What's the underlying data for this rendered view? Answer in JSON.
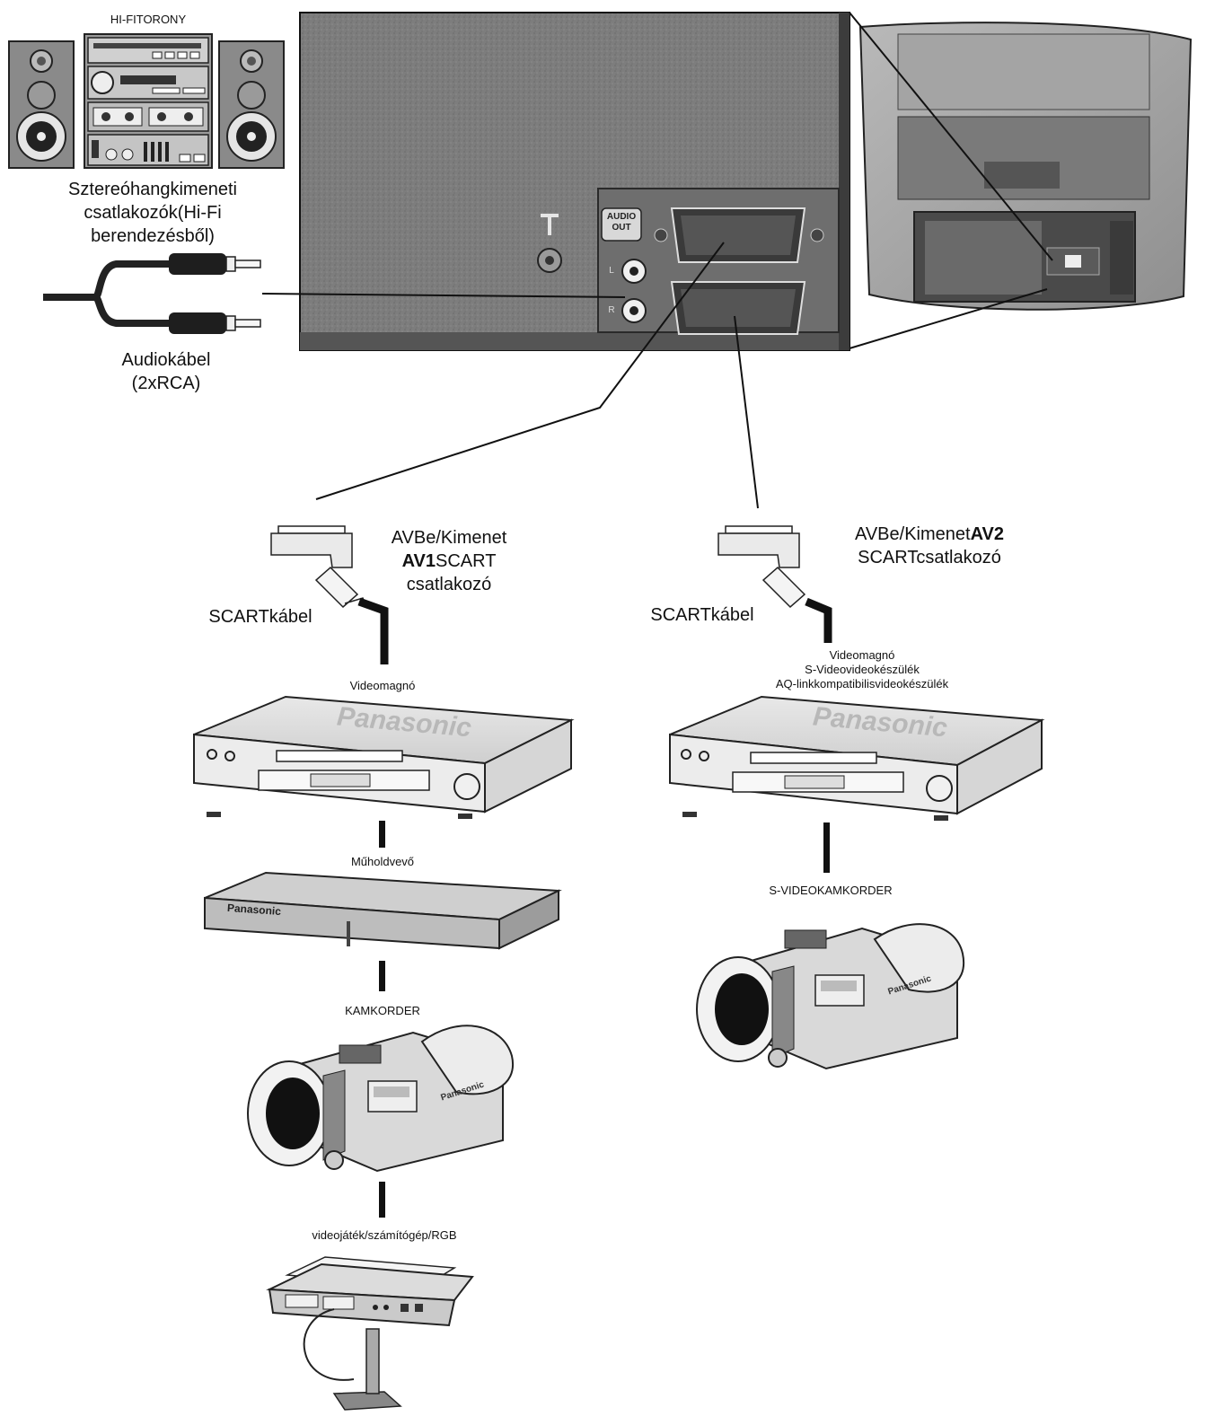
{
  "hifi": {
    "title": "HI-FITORONY",
    "desc_lines": [
      "Sztereóhangkimeneti",
      "csatlakozók(Hi-Fi",
      "berendezésből)"
    ]
  },
  "audio_cable": {
    "label_lines": [
      "Audiokábel",
      "(2xRCA)"
    ]
  },
  "tv_panel": {
    "audio_out_lines": [
      "AUDIO",
      "OUT"
    ],
    "jack_letters": [
      "L",
      "R"
    ]
  },
  "av1": {
    "line1": "AVBe/Kimenet",
    "bold": "AV1",
    "after_bold": "SCART",
    "line3": "csatlakozó",
    "cable_label": "SCARTkábel"
  },
  "av2": {
    "before_bold": "AVBe/Kimenet",
    "bold": "AV2",
    "line2": "SCARTcsatlakozó",
    "cable_label": "SCARTkábel"
  },
  "left_chain": {
    "vcr_label": "Videomagnó",
    "satellite_label": "Műholdvevő",
    "camcorder_label": "KAMKORDER",
    "game_label": "videojáték/számítógép/RGB"
  },
  "right_chain": {
    "device_lines": [
      "Videomagnó",
      "S-Videovideokészülék",
      "AQ-linkkompatibilisvideokészülék"
    ],
    "camcorder_label": "S-VIDEOKAMKORDER"
  },
  "brand": {
    "name": "Panasonic"
  }
}
